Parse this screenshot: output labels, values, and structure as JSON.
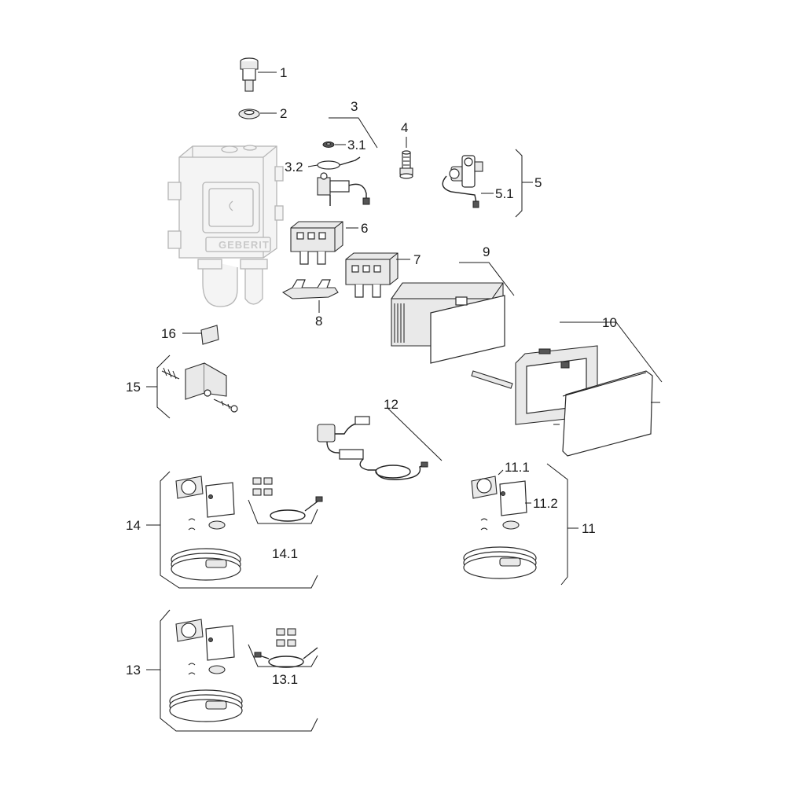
{
  "diagram": {
    "brand_mark": "GEBERIT",
    "callouts": {
      "c1": "1",
      "c2": "2",
      "c3": "3",
      "c3_1": "3.1",
      "c3_2": "3.2",
      "c4": "4",
      "c5": "5",
      "c5_1": "5.1",
      "c6": "6",
      "c7": "7",
      "c8": "8",
      "c9": "9",
      "c10": "10",
      "c11": "11",
      "c11_1": "11.1",
      "c11_2": "11.2",
      "c12": "12",
      "c13": "13",
      "c13_1": "13.1",
      "c14": "14",
      "c14_1": "14.1",
      "c15": "15",
      "c16": "16"
    }
  }
}
